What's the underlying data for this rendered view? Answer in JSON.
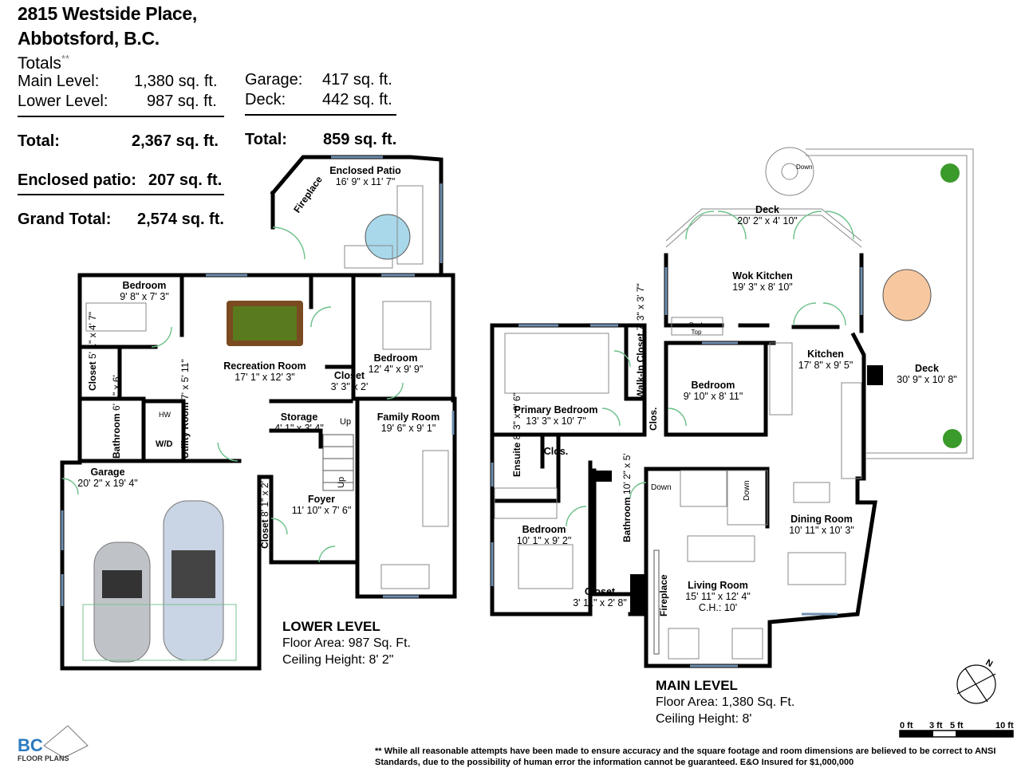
{
  "address": {
    "line1": "2815 Westside Place,",
    "line2": "Abbotsford, B.C."
  },
  "totals": {
    "heading": "Totals",
    "heading_mark": "**",
    "main_label": "Main Level:",
    "main_value": "1,380 sq. ft.",
    "lower_label": "Lower Level:",
    "lower_value": "987 sq. ft.",
    "total_label": "Total:",
    "total_value": "2,367 sq. ft.",
    "patio_label": "Enclosed patio:",
    "patio_value": "207 sq. ft.",
    "grand_label": "Grand Total:",
    "grand_value": "2,574 sq. ft.",
    "garage_label": "Garage:",
    "garage_value": "417 sq. ft.",
    "deck_label": "Deck:",
    "deck_value": "442 sq. ft.",
    "total2_label": "Total:",
    "total2_value": "859 sq. ft."
  },
  "lower_rooms": {
    "enclosed_patio": {
      "name": "Enclosed Patio",
      "dim": "16' 9\" x 11' 7\""
    },
    "fireplace": {
      "name": "Fireplace"
    },
    "bedroom1": {
      "name": "Bedroom",
      "dim": "9' 8\" x 7' 3\""
    },
    "recreation": {
      "name": "Recreation Room",
      "dim": "17' 1\" x 12' 3\""
    },
    "bedroom2": {
      "name": "Bedroom",
      "dim": "12' 4\" x 9' 9\""
    },
    "closet1": {
      "name": "Closet",
      "dim": "5' 1\" x 4' 7\""
    },
    "closet2": {
      "name": "Closet",
      "dim": "3' 3\" x 2'"
    },
    "storage": {
      "name": "Storage",
      "dim": "4' 1\" x 3' 4\""
    },
    "up1": "Up",
    "up2": "Up",
    "family": {
      "name": "Family Room",
      "dim": "19' 6\" x 9' 1\""
    },
    "bathroom": {
      "name": "Bathroom",
      "dim": "6' 4\" x 6'"
    },
    "utility": {
      "name": "Utility Room",
      "dim": "7' x 5' 11\""
    },
    "hw": "HW",
    "wd": "W/D",
    "garage": {
      "name": "Garage",
      "dim": "20' 2\" x 19' 4\""
    },
    "foyer": {
      "name": "Foyer",
      "dim": "11' 10\" x 7' 6\""
    },
    "closet3": {
      "name": "Closet",
      "dim": "8' 1\" x 2'"
    }
  },
  "lower_level": {
    "title": "LOWER LEVEL",
    "area": "Floor Area: 987 Sq. Ft.",
    "ceiling": "Ceiling Height: 8' 2\""
  },
  "main_rooms": {
    "deck1": {
      "name": "Deck",
      "dim": "20' 2\" x 4' 10\""
    },
    "down_spiral": "Down",
    "wok": {
      "name": "Wok Kitchen",
      "dim": "19' 3\" x 8' 10\""
    },
    "cooktop": "Cook Top",
    "deck2": {
      "name": "Deck",
      "dim": "30' 9\" x 10' 8\""
    },
    "primary": {
      "name": "Primary Bedroom",
      "dim": "13' 3\" x 10' 7\""
    },
    "walkin": {
      "name": "Walk-In Closet",
      "dim": "7' 3\" x 3' 7\""
    },
    "bedroom3": {
      "name": "Bedroom",
      "dim": "9' 10\" x 8' 11\""
    },
    "clos1": {
      "name": "Clos."
    },
    "kitchen": {
      "name": "Kitchen",
      "dim": "17' 8\" x 9' 5\""
    },
    "ensuite": {
      "name": "Ensuite",
      "dim": "8' 3\" x 6' 6\""
    },
    "clos2": {
      "name": "Clos."
    },
    "down1": "Down",
    "down2": "Down",
    "bathroom": {
      "name": "Bathroom",
      "dim": "10' 2\" x 5'"
    },
    "dining": {
      "name": "Dining Room",
      "dim": "10' 11\" x 10' 3\""
    },
    "bedroom4": {
      "name": "Bedroom",
      "dim": "10' 1\" x 9' 2\""
    },
    "closet": {
      "name": "Closet",
      "dim": "3' 11\" x 2' 8\""
    },
    "fireplace": {
      "name": "Fireplace"
    },
    "living": {
      "name": "Living Room",
      "dim": "15' 11\" x 12' 4\"",
      "extra": "C.H.: 10'"
    }
  },
  "main_level": {
    "title": "MAIN LEVEL",
    "area": "Floor Area: 1,380 Sq. Ft.",
    "ceiling": "Ceiling Height: 8'"
  },
  "scale": {
    "t0": "0 ft",
    "t3": "3 ft",
    "t5": "5 ft",
    "t10": "10 ft"
  },
  "compass": "N",
  "logo": {
    "text": "BC",
    "sub": "FLOOR PLANS"
  },
  "footnote": "** While all reasonable attempts have been made to ensure accuracy and the square footage and room dimensions are believed to be correct to ANSI Standards, due to the possibility of human error the information cannot be guaranteed. E&O Insured for $1,000,000",
  "colors": {
    "wall": "#000000",
    "window": "#6f8fb0",
    "dining_table": "#f7c8a0",
    "patio_table": "#a8d8ea",
    "car": "#b9bec4",
    "plant": "#3a9a2a",
    "felt": "#5a7a1e"
  }
}
